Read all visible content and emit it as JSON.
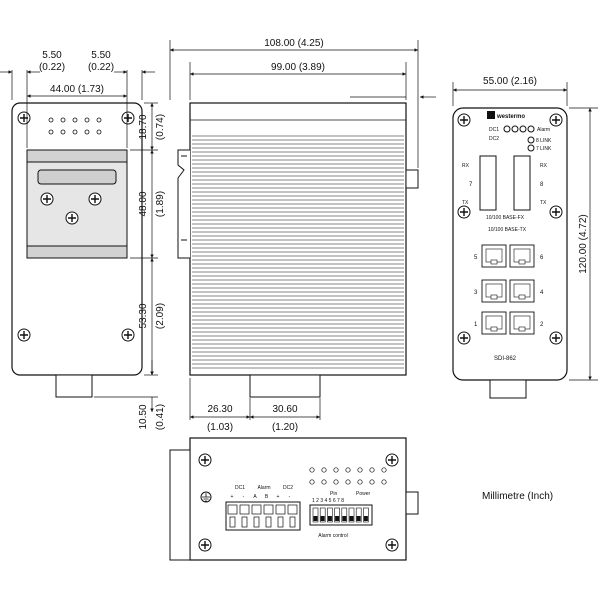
{
  "dimensions": {
    "top_side_total": "108.00 (4.25)",
    "top_side_body": "99.00 (3.89)",
    "front_width": "55.00 (2.16)",
    "left_margin_left": "5.50",
    "left_margin_left_inch": "(0.22)",
    "left_margin_right": "5.50",
    "left_margin_right_inch": "(0.22)",
    "left_inner_width": "44.00 (1.73)",
    "rear_top_mm": "18.70",
    "rear_top_in": "(0.74)",
    "rear_mid_mm": "48.00",
    "rear_mid_in": "(1.89)",
    "rear_bottom_mm": "53.30",
    "rear_bottom_in": "(2.09)",
    "rear_foot_mm": "10.50",
    "rear_foot_in": "(0.41)",
    "front_height": "120.00 (4.72)",
    "side_bottom_left_mm": "26.30",
    "side_bottom_left_in": "(1.03)",
    "side_bottom_right_mm": "30.60",
    "side_bottom_right_in": "(1.20)"
  },
  "front_panel": {
    "brand": "westermo",
    "led_dc1": "DC1",
    "led_dc2": "DC2",
    "led_alarm": "Alarm",
    "led_8link": "8 LINK",
    "led_7link": "7 LINK",
    "fx_rx_left": "RX",
    "fx_tx_left": "TX",
    "fx_rx_right": "RX",
    "fx_tx_right": "TX",
    "fx_port_left": "7",
    "fx_port_right": "8",
    "fx_label": "10/100 BASE-FX",
    "tx_label": "10/100 BASE-TX",
    "tx_ports": [
      "5",
      "6",
      "3",
      "4",
      "1",
      "2"
    ],
    "model": "SDI-862"
  },
  "bottom_panel": {
    "dc1": "DC1",
    "alarm": "Alarm",
    "dc2": "DC2",
    "term_signs": [
      "+",
      "-",
      "A",
      "B",
      "+",
      "-"
    ],
    "pin_label": "Pin",
    "power_label": "Power",
    "pin_numbers": "1 2 3 4 5 6 7 8",
    "alarm_control": "Alarm control"
  },
  "units_note": "Millimetre (Inch)"
}
